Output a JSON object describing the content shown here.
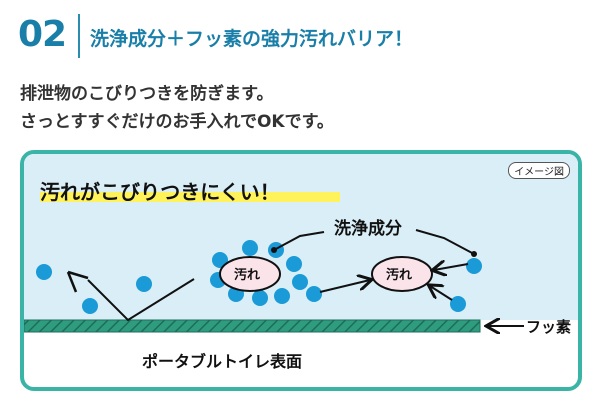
{
  "header": {
    "number": "02",
    "title": "洗浄成分＋フッ素の強力汚れバリア！"
  },
  "description": {
    "line1": "排泄物のこびりつきを防ぎます。",
    "line2": "さっとすすぐだけのお手入れでOKです。"
  },
  "panel": {
    "title": "汚れがこびりつきにくい！",
    "image_note": "イメージ図",
    "label_cleaning": "洗浄成分",
    "label_fluorine": "フッ素",
    "label_surface": "ポータブルトイレ表面",
    "dirt_label": "汚れ"
  },
  "colors": {
    "accent": "#1a7fa8",
    "panel_border": "#3ab4a6",
    "sky": "#d9eef7",
    "dot": "#1a9ad6",
    "dirt_fill": "#fbe3ea",
    "hatch": "#2f9c80",
    "highlight": "#fff25a"
  }
}
